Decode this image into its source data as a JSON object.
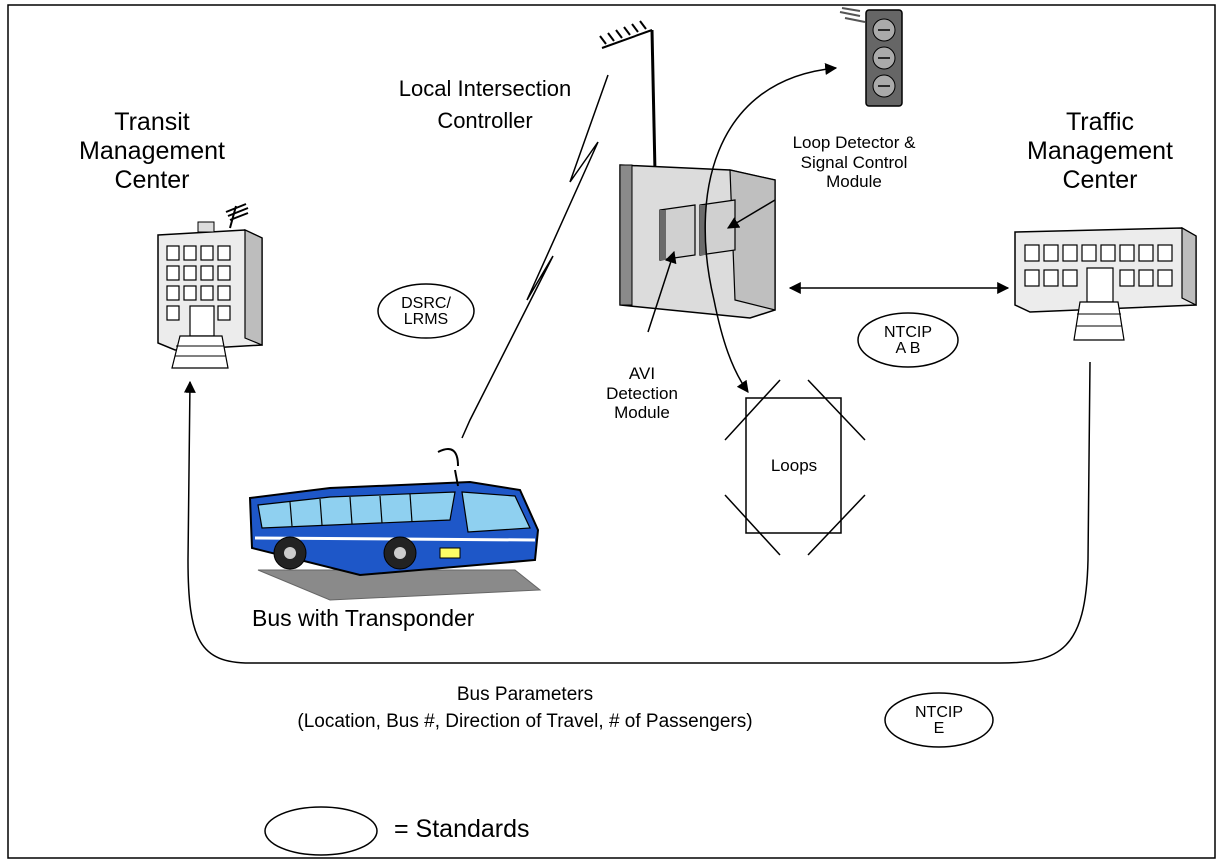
{
  "transit_center": {
    "line1": "Transit",
    "line2": "Management",
    "line3": "Center"
  },
  "traffic_center": {
    "line1": "Traffic",
    "line2": "Management",
    "line3": "Center"
  },
  "controller": {
    "line1": "Local Intersection",
    "line2": "Controller"
  },
  "loop_detector": {
    "line1": "Loop Detector &",
    "line2": "Signal Control",
    "line3": "Module"
  },
  "avi_module": {
    "line1": "AVI",
    "line2": "Detection",
    "line3": "Module"
  },
  "loops": {
    "label": "Loops"
  },
  "dsrc": {
    "line1": "DSRC/",
    "line2": "LRMS"
  },
  "ntcip_ab": {
    "line1": "NTCIP",
    "line2": "A B"
  },
  "ntcip_e": {
    "line1": "NTCIP",
    "line2": "E"
  },
  "bus": {
    "label": "Bus with Transponder"
  },
  "bus_params": {
    "line1": "Bus Parameters",
    "line2": "(Location, Bus #, Direction of Travel, # of Passengers)"
  },
  "legend": {
    "label": "= Standards"
  },
  "colors": {
    "bus_blue": "#1e57c8",
    "bus_light": "#8fd0f0",
    "road_gray": "#8a8a8a",
    "cabinet_gray": "#d9d9d9"
  }
}
